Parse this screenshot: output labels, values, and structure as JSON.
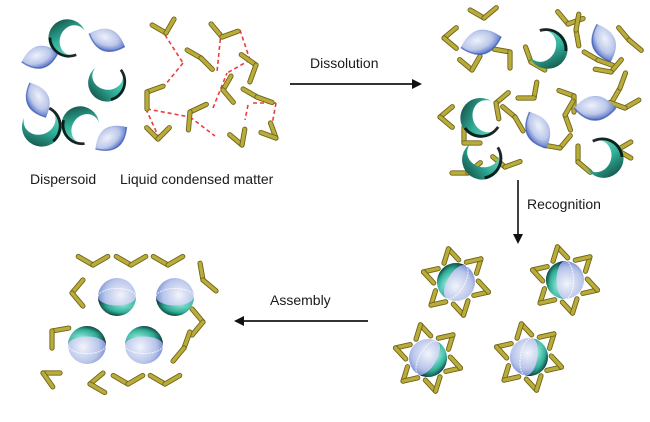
{
  "diagram": {
    "title": "Dispersoid recognition and assembly in liquid condensed matter",
    "stages": [
      {
        "id": "initial",
        "labels": [
          "Dispersoid",
          "Liquid condensed matter"
        ]
      },
      {
        "id": "dissolved",
        "description": "Dispersoid particles dissolved among liquid molecules"
      },
      {
        "id": "recognized",
        "description": "Each Janus particle surrounded by a shell of liquid molecules"
      },
      {
        "id": "assembled",
        "description": "Four Janus spheres assembled in a 2x2 array inside the liquid"
      }
    ],
    "arrows": [
      {
        "id": "dissolution",
        "label": "Dissolution",
        "direction": "right"
      },
      {
        "id": "recognition",
        "label": "Recognition",
        "direction": "down"
      },
      {
        "id": "assembly",
        "label": "Assembly",
        "direction": "left"
      }
    ],
    "labels": {
      "dispersoid": "Dispersoid",
      "liquid": "Liquid condensed matter",
      "dissolution": "Dissolution",
      "recognition": "Recognition",
      "assembly": "Assembly"
    },
    "legend_colors": {
      "lens_particle": "#b9c6ea",
      "crescent_particle": "#2fae98",
      "liquid_molecule": "#a69a2c",
      "hydrogen_bond": "#ee3b3b",
      "arrow": "#333333"
    }
  }
}
